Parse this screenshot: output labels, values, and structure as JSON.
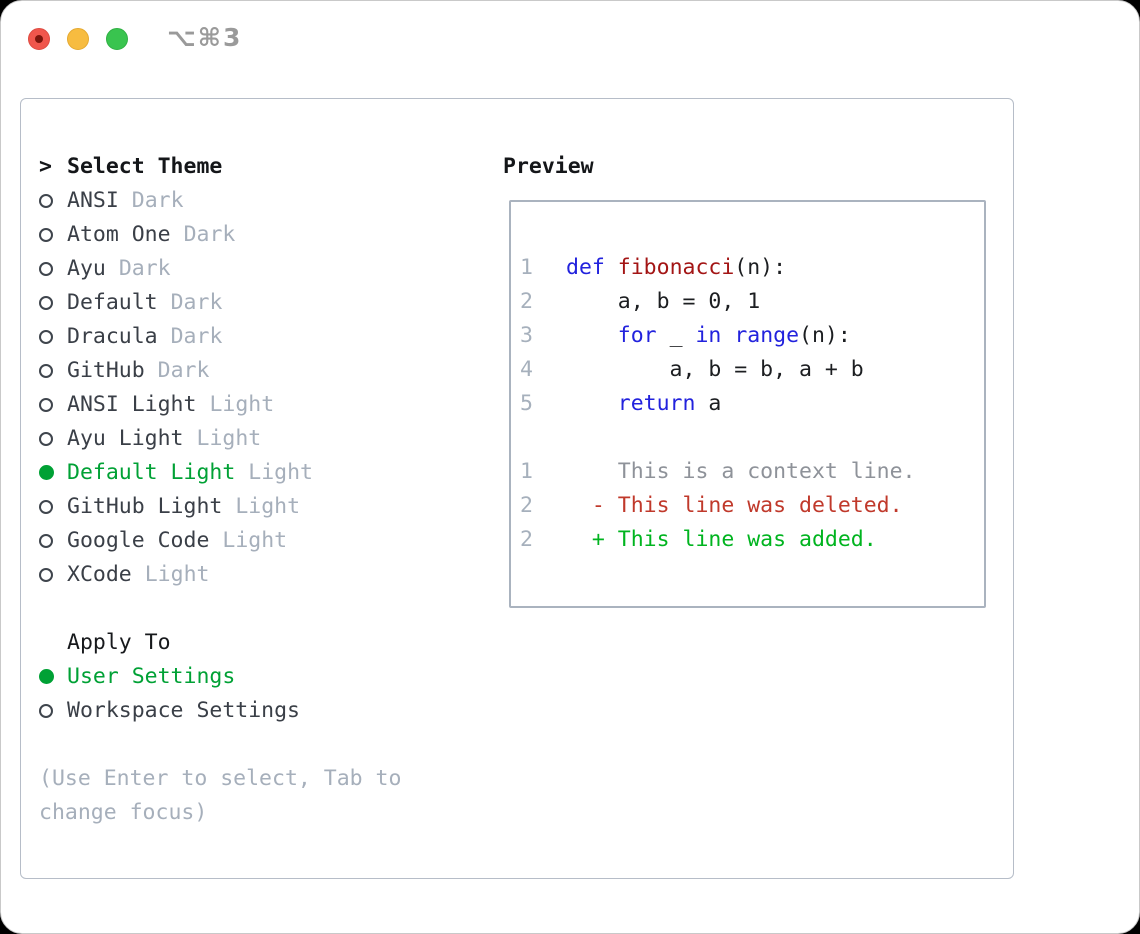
{
  "window": {
    "shortcut_label": "⌥⌘3"
  },
  "colors": {
    "selection_green": "#00a135",
    "added_green": "#00b41f",
    "deleted_red": "#c0392b",
    "keyword_blue": "#2222dd",
    "function_red": "#a31515",
    "context_gray": "#8e9299",
    "muted_gray": "#a6afbb"
  },
  "theme_list": {
    "marker": ">",
    "header": "Select Theme",
    "items": [
      {
        "name": "ANSI",
        "variant": "Dark",
        "selected": false
      },
      {
        "name": "Atom One",
        "variant": "Dark",
        "selected": false
      },
      {
        "name": "Ayu",
        "variant": "Dark",
        "selected": false
      },
      {
        "name": "Default",
        "variant": "Dark",
        "selected": false
      },
      {
        "name": "Dracula",
        "variant": "Dark",
        "selected": false
      },
      {
        "name": "GitHub",
        "variant": "Dark",
        "selected": false
      },
      {
        "name": "ANSI Light",
        "variant": "Light",
        "selected": false
      },
      {
        "name": "Ayu Light",
        "variant": "Light",
        "selected": false
      },
      {
        "name": "Default Light",
        "variant": "Light",
        "selected": true
      },
      {
        "name": "GitHub Light",
        "variant": "Light",
        "selected": false
      },
      {
        "name": "Google Code",
        "variant": "Light",
        "selected": false
      },
      {
        "name": "XCode",
        "variant": "Light",
        "selected": false
      }
    ]
  },
  "apply_to": {
    "header": "Apply To",
    "options": [
      {
        "label": "User Settings",
        "selected": true
      },
      {
        "label": "Workspace Settings",
        "selected": false
      }
    ]
  },
  "hint": "(Use Enter to select, Tab to change focus)",
  "preview": {
    "title": "Preview",
    "lines": [
      {
        "num": "1",
        "tokens": [
          [
            "def",
            "kw"
          ],
          [
            " ",
            "pl"
          ],
          [
            "fibonacci",
            "fn"
          ],
          [
            "(n):",
            "pl"
          ]
        ]
      },
      {
        "num": "2",
        "tokens": [
          [
            "    a, b = 0, 1",
            "pl"
          ]
        ]
      },
      {
        "num": "3",
        "tokens": [
          [
            "    ",
            "pl"
          ],
          [
            "for",
            "kw"
          ],
          [
            " _ ",
            "pl"
          ],
          [
            "in",
            "kw"
          ],
          [
            " ",
            "pl"
          ],
          [
            "range",
            "kw"
          ],
          [
            "(n):",
            "pl"
          ]
        ]
      },
      {
        "num": "4",
        "tokens": [
          [
            "        a, b = b, a + b",
            "pl"
          ]
        ]
      },
      {
        "num": "5",
        "tokens": [
          [
            "    ",
            "pl"
          ],
          [
            "return",
            "kw"
          ],
          [
            " a",
            "pl"
          ]
        ]
      },
      {
        "num": "",
        "tokens": []
      },
      {
        "num": "1",
        "tokens": [
          [
            "    This is a context line.",
            "ctx"
          ]
        ]
      },
      {
        "num": "2",
        "tokens": [
          [
            "  - This line was deleted.",
            "del"
          ]
        ]
      },
      {
        "num": "2",
        "tokens": [
          [
            "  + This line was added.",
            "add"
          ]
        ]
      }
    ]
  }
}
